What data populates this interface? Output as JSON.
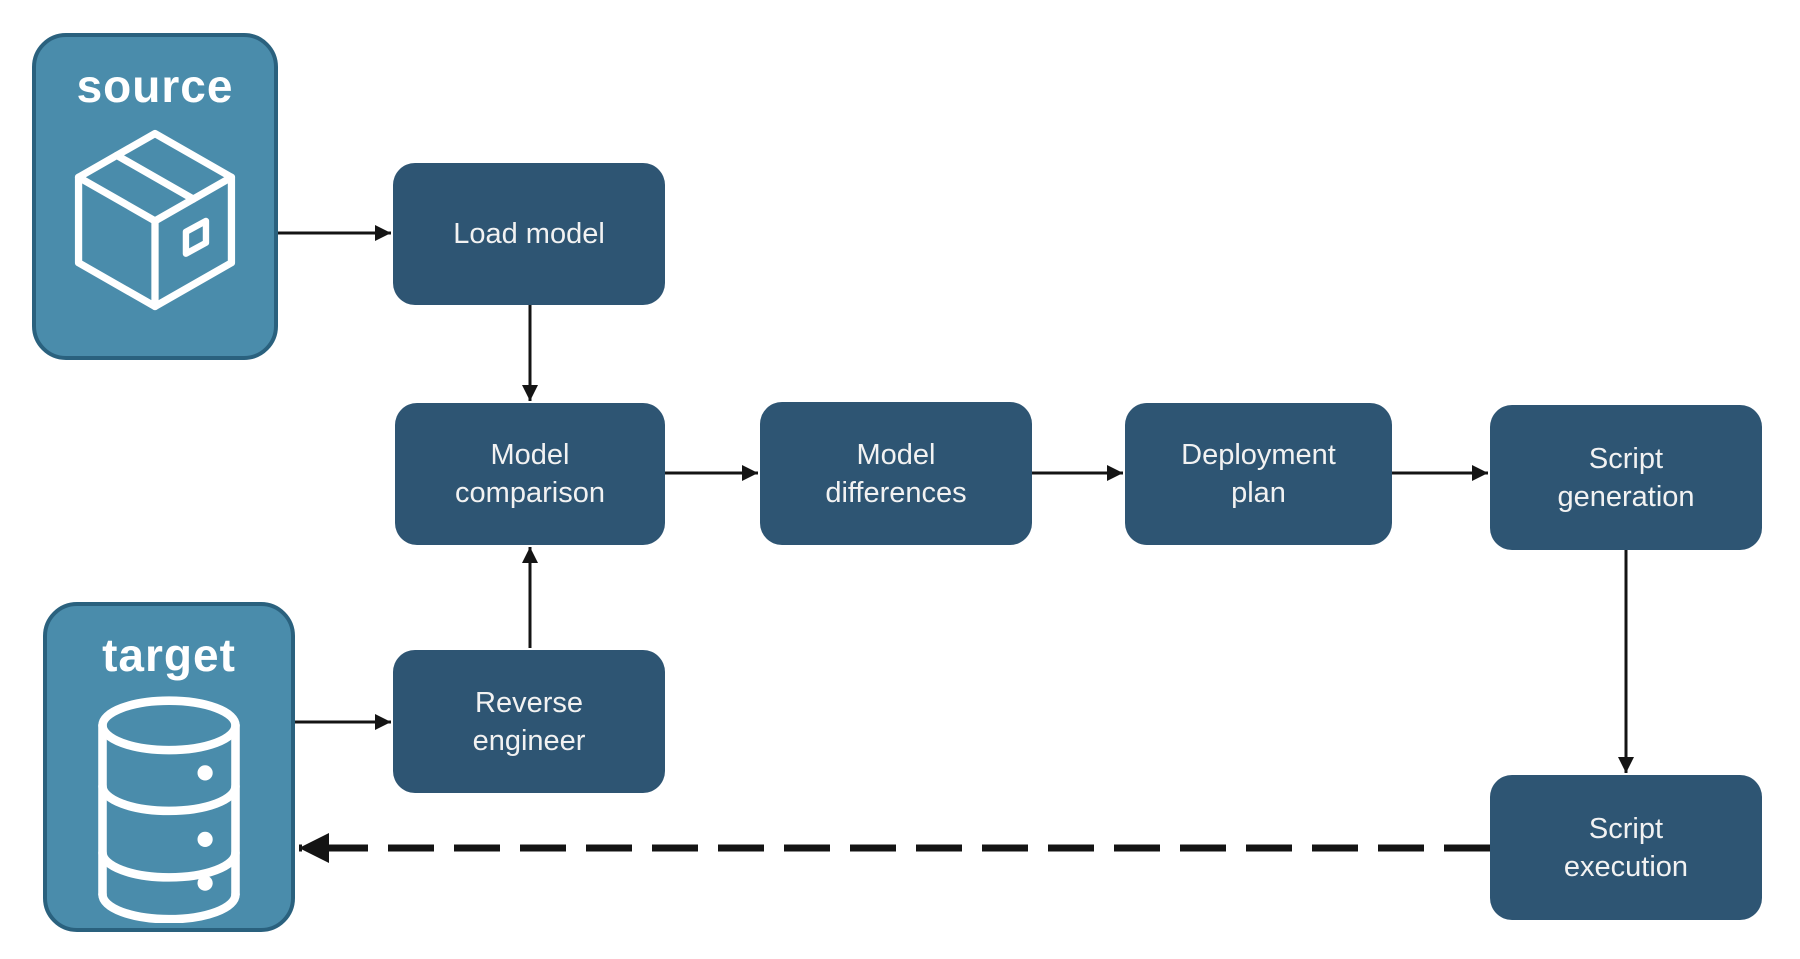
{
  "diagram": {
    "colors": {
      "store_fill": "#4A8CAB",
      "store_border": "#2A617E",
      "process_fill": "#2E5573",
      "label_text": "#F2F2F2",
      "arrow": "#141414",
      "background": "#FFFFFF"
    },
    "icons": {
      "source": "package-icon",
      "target": "database-icon"
    },
    "edges": [
      {
        "from": "source",
        "to": "load_model",
        "style": "solid"
      },
      {
        "from": "load_model",
        "to": "model_comparison",
        "style": "solid"
      },
      {
        "from": "model_comparison",
        "to": "model_differences",
        "style": "solid"
      },
      {
        "from": "model_differences",
        "to": "deployment_plan",
        "style": "solid"
      },
      {
        "from": "deployment_plan",
        "to": "script_generation",
        "style": "solid"
      },
      {
        "from": "script_generation",
        "to": "script_execution",
        "style": "solid"
      },
      {
        "from": "target",
        "to": "reverse_engineer",
        "style": "solid"
      },
      {
        "from": "reverse_engineer",
        "to": "model_comparison",
        "style": "solid"
      },
      {
        "from": "script_execution",
        "to": "target",
        "style": "dashed"
      }
    ]
  },
  "nodes": {
    "source": {
      "label": "source"
    },
    "target": {
      "label": "target"
    },
    "load_model": {
      "label": "Load model"
    },
    "model_comparison": {
      "label": "Model comparison"
    },
    "model_differences": {
      "label": "Model differences"
    },
    "deployment_plan": {
      "label": "Deployment plan"
    },
    "script_generation": {
      "label": "Script generation"
    },
    "reverse_engineer": {
      "label": "Reverse engineer"
    },
    "script_execution": {
      "label": "Script execution"
    }
  }
}
